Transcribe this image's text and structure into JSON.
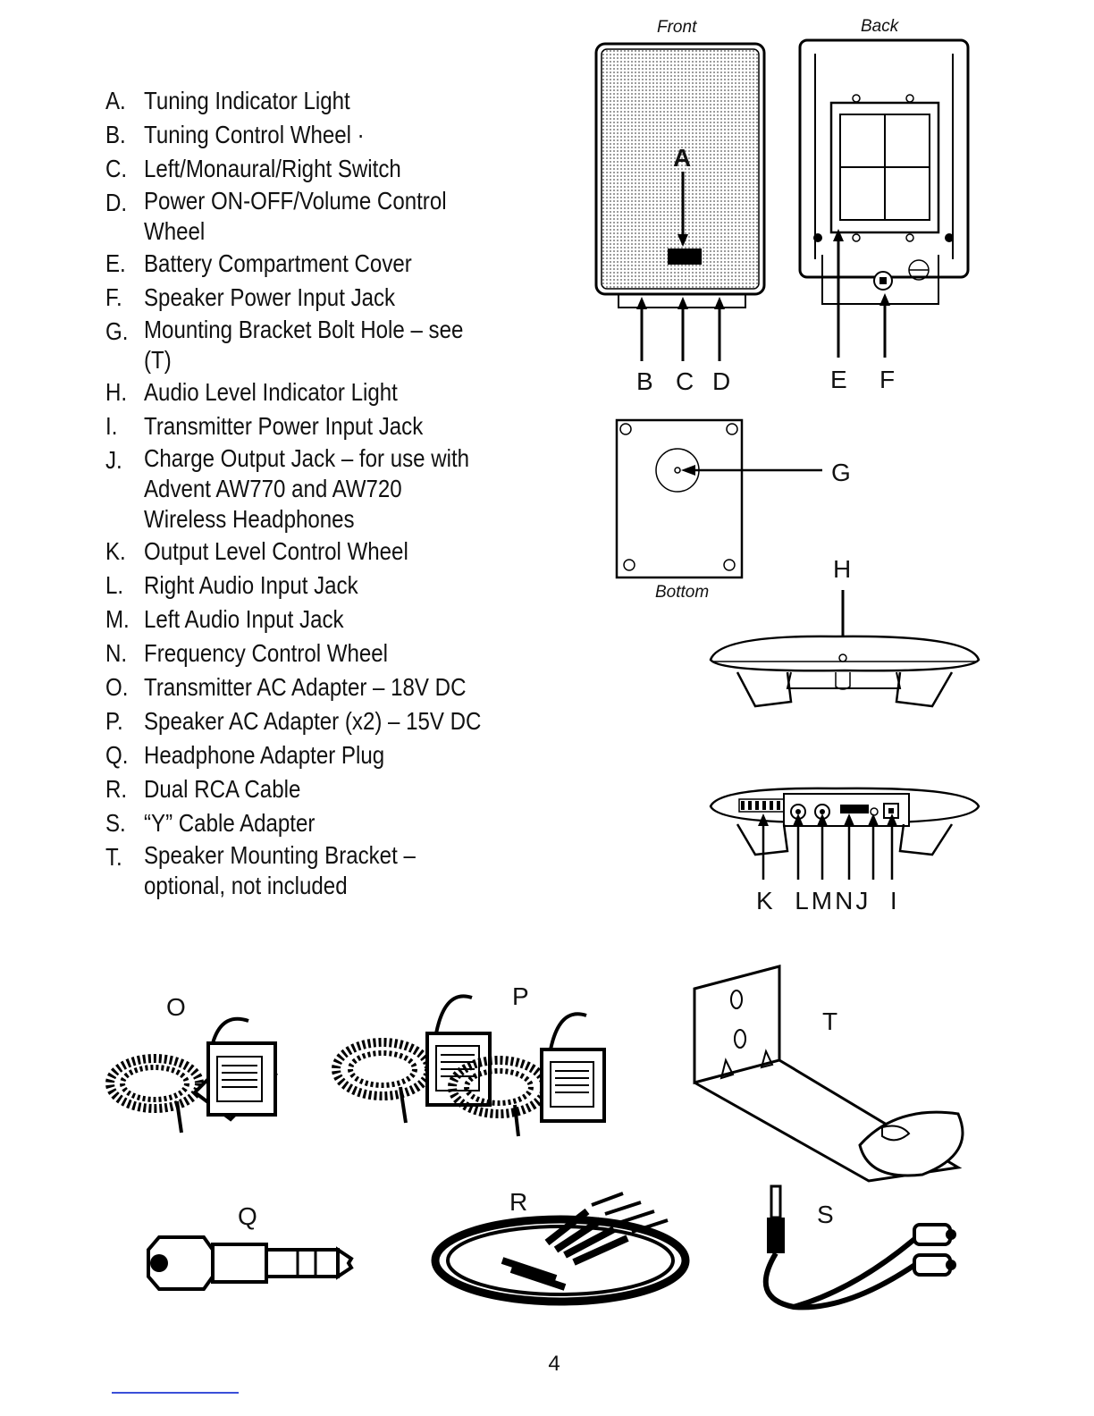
{
  "parts": [
    {
      "letter": "A.",
      "desc": "Tuning Indicator Light"
    },
    {
      "letter": "B.",
      "desc": "Tuning Control Wheel ·"
    },
    {
      "letter": "C.",
      "desc": "Left/Monaural/Right Switch"
    },
    {
      "letter": "D.",
      "desc": "Power ON-OFF/Volume Control Wheel"
    },
    {
      "letter": "E.",
      "desc": "Battery Compartment Cover"
    },
    {
      "letter": "F.",
      "desc": "Speaker Power Input Jack"
    },
    {
      "letter": "G.",
      "desc": "Mounting Bracket Bolt Hole – see (T)"
    },
    {
      "letter": "H.",
      "desc": "Audio Level Indicator Light"
    },
    {
      "letter": "I.",
      "desc": "Transmitter Power Input Jack"
    },
    {
      "letter": "J.",
      "desc": "Charge Output Jack – for use with Advent AW770 and AW720 Wireless Headphones"
    },
    {
      "letter": "K.",
      "desc": "Output Level Control Wheel"
    },
    {
      "letter": "L.",
      "desc": "Right Audio Input Jack"
    },
    {
      "letter": "M.",
      "desc": "Left Audio Input Jack"
    },
    {
      "letter": "N.",
      "desc": "Frequency Control Wheel"
    },
    {
      "letter": "O.",
      "desc": "Transmitter AC Adapter – 18V DC"
    },
    {
      "letter": "P.",
      "desc": "Speaker AC Adapter (x2) – 15V DC"
    },
    {
      "letter": "Q.",
      "desc": "Headphone Adapter Plug"
    },
    {
      "letter": "R.",
      "desc": "Dual RCA Cable"
    },
    {
      "letter": "S.",
      "desc": "“Y” Cable Adapter"
    },
    {
      "letter": "T.",
      "desc": "Speaker Mounting Bracket – optional, not included"
    }
  ],
  "captions": {
    "front": "Front",
    "back": "Back",
    "bottom": "Bottom"
  },
  "labels": {
    "a": "A",
    "b": "B",
    "c": "C",
    "d": "D",
    "e": "E",
    "f": "F",
    "g": "G",
    "h": "H",
    "klmnji": "K  LMNJ  I",
    "o": "O",
    "p": "P",
    "q": "Q",
    "r": "R",
    "s": "S",
    "t": "T"
  },
  "page_number": "4"
}
